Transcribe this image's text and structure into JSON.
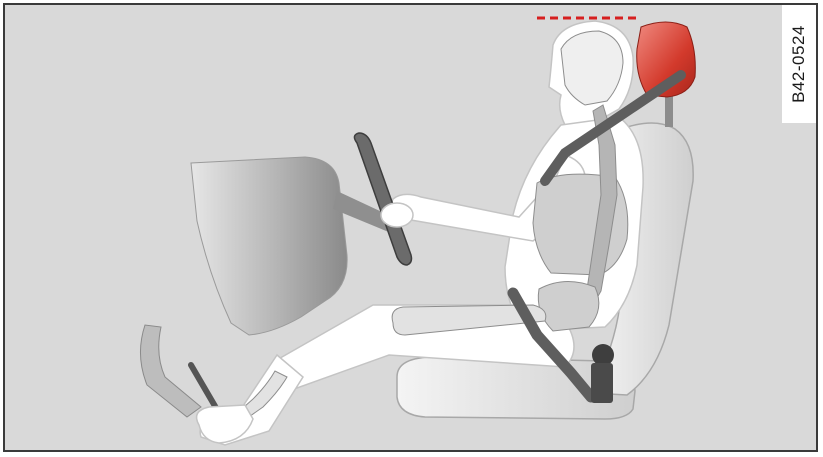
{
  "figure": {
    "code": "B42-0524"
  },
  "colors": {
    "background": "#d9d9d9",
    "frame": "#3a3a3a",
    "headrest": "#d33a2c",
    "height_marker": "#d61f1f",
    "seat": "#ececec",
    "body_outline": "#ffffff",
    "skeleton": "#c8c8c8",
    "belt": "#555555"
  },
  "parts": [
    "steering-wheel",
    "dashboard",
    "seat",
    "headrest",
    "seat-belt",
    "occupant",
    "skeleton",
    "pedal"
  ]
}
